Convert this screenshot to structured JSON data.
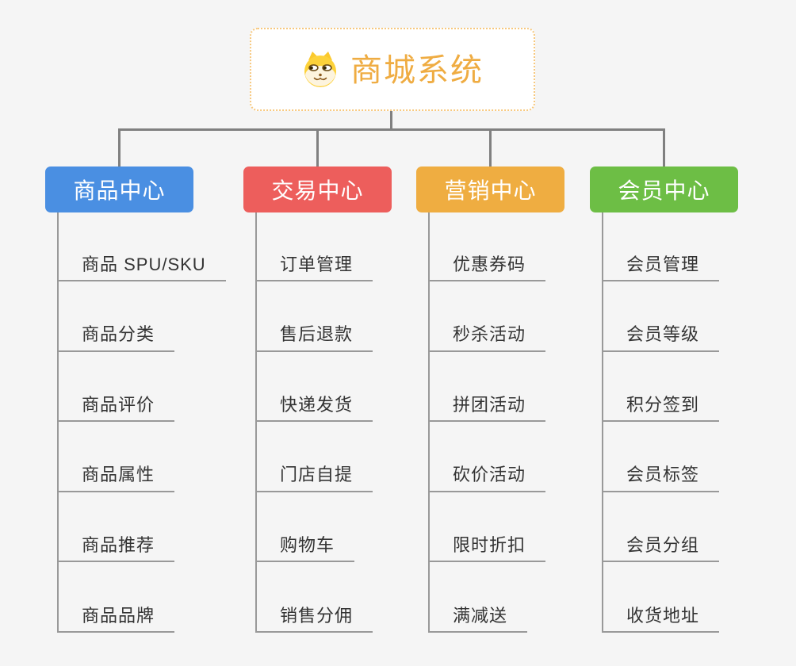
{
  "root": {
    "title": "商城系统",
    "icon": "dog-icon"
  },
  "colors": {
    "background": "#f5f5f5",
    "root_border": "#f7c87e",
    "root_title": "#efac42",
    "tree_line": "#808080",
    "leaf_line": "#999999",
    "leaf_text": "#333333"
  },
  "branches": [
    {
      "label": "商品中心",
      "color": "#4a8fe2",
      "items": [
        "商品 SPU/SKU",
        "商品分类",
        "商品评价",
        "商品属性",
        "商品推荐",
        "商品品牌"
      ]
    },
    {
      "label": "交易中心",
      "color": "#ed5e5c",
      "items": [
        "订单管理",
        "售后退款",
        "快递发货",
        "门店自提",
        "购物车",
        "销售分佣"
      ]
    },
    {
      "label": "营销中心",
      "color": "#efad41",
      "items": [
        "优惠券码",
        "秒杀活动",
        "拼团活动",
        "砍价活动",
        "限时折扣",
        "满减送"
      ]
    },
    {
      "label": "会员中心",
      "color": "#6dbe45",
      "items": [
        "会员管理",
        "会员等级",
        "积分签到",
        "会员标签",
        "会员分组",
        "收货地址"
      ]
    }
  ]
}
